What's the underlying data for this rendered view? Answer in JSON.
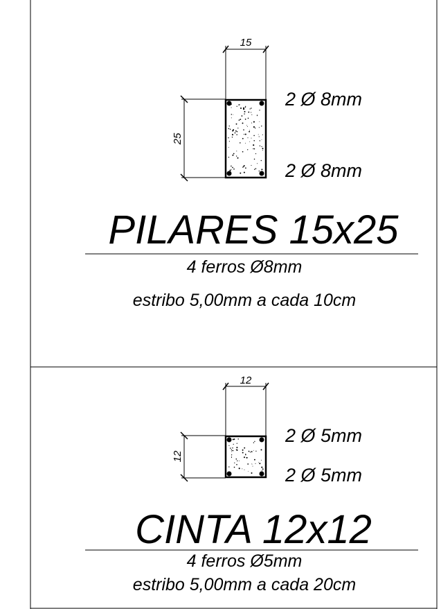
{
  "pilar": {
    "dim_width": "15",
    "dim_height": "25",
    "top_bars": "2 Ø 8mm",
    "bottom_bars": "2 Ø 8mm",
    "title": "PILARES 15x25",
    "spec_line1": "4 ferros Ø8mm",
    "spec_line2": "estribo 5,00mm a cada 10cm"
  },
  "cinta": {
    "dim_width": "12",
    "dim_height": "12",
    "top_bars": "2 Ø 5mm",
    "bottom_bars": "2 Ø 5mm",
    "title": "CINTA 12x12",
    "spec_line1": "4 ferros Ø5mm",
    "spec_line2": "estribo 5,00mm a cada 20cm"
  }
}
